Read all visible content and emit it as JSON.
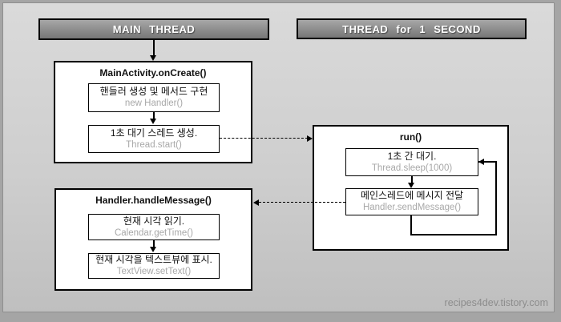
{
  "headers": {
    "main_thread": "MAIN THREAD",
    "second_thread": "THREAD for 1 SECOND"
  },
  "groups": {
    "oncreate": {
      "title": "MainActivity.onCreate()",
      "steps": [
        {
          "label": "핸들러 생성 및 메서드 구현",
          "code": "new Handler()"
        },
        {
          "label": "1초 대기 스레드 생성.",
          "code": "Thread.start()"
        }
      ]
    },
    "run": {
      "title": "run()",
      "steps": [
        {
          "label": "1초 간 대기.",
          "code": "Thread.sleep(1000)"
        },
        {
          "label": "메인스레드에 메시지 전달",
          "code": "Handler.sendMessage()"
        }
      ]
    },
    "handlemessage": {
      "title": "Handler.handleMessage()",
      "steps": [
        {
          "label": "현재 시각 읽기.",
          "code": "Calendar.getTime()"
        },
        {
          "label": "현재 시각을 텍스트뷰에 표시.",
          "code": "TextView.setText()"
        }
      ]
    }
  },
  "watermark": "recipes4dev.tistory.com",
  "colors": {
    "canvas_bg": "#a5a5a5",
    "panel_top": "#dadada",
    "panel_bottom": "#bfbfbf",
    "header_top": "#a7a7a7",
    "header_bottom": "#777777",
    "header_text": "#ffffff",
    "line": "#000000",
    "box_bg": "#ffffff",
    "label_text": "#111111",
    "code_text": "#a8a8a8",
    "watermark_text": "#8c8c8c"
  }
}
